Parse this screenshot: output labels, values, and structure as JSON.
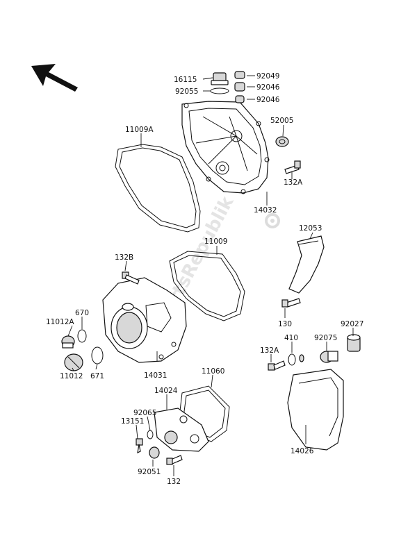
{
  "watermark": "PartsRepublik",
  "labels": {
    "p16115": "16115",
    "p92049": "92049",
    "p92055": "92055",
    "p92046a": "92046",
    "p92046b": "92046",
    "p52005": "52005",
    "p11009A": "11009A",
    "p132A_top": "132A",
    "p14032": "14032",
    "p12053": "12053",
    "p11009": "11009",
    "p132B": "132B",
    "p670": "670",
    "p11012A": "11012A",
    "p671": "671",
    "p11012": "11012",
    "p14031": "14031",
    "p130": "130",
    "p92027": "92027",
    "p410": "410",
    "p92075": "92075",
    "p132A_low": "132A",
    "p11060": "11060",
    "p14024": "14024",
    "p92065": "92065",
    "p13151": "13151",
    "p92051": "92051",
    "p132": "132",
    "p14026": "14026"
  }
}
